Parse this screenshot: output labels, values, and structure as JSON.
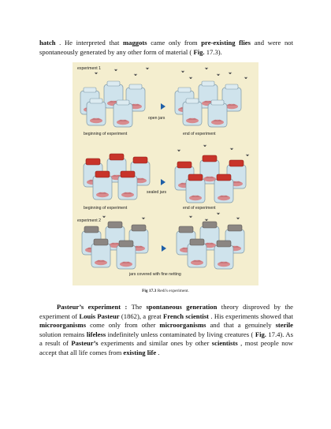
{
  "para1": {
    "t1": "hatch",
    "t2": " . He interpreted that  ",
    "t3": "maggots",
    "t4": "  came only from  ",
    "t5": "pre-existing flies",
    "t6": "  and were not spontaneously generated by any other form of material ( ",
    "t7": "Fig.",
    "t8": " 17.3)."
  },
  "figure": {
    "label_experiment1": "experiment 1",
    "label_open_jars": "open jars",
    "label_beginning1": "beginning of experiment",
    "label_end1": "end of experiment",
    "label_sealed_jars": "sealed jars",
    "label_beginning2": "beginning of experiment",
    "label_end2": "end of experiment",
    "label_experiment2": "experiment 2",
    "label_netting": "jars covered with fine netting"
  },
  "caption": {
    "number": "Fig 17.3",
    "text": " Redi's experiment."
  },
  "para2": {
    "t1": "Pasteur’s experiment :",
    "t2": "  The  ",
    "t3": "spontaneous generation",
    "t4": "  theory disproved by the experiment of  ",
    "t5": "Louis Pasteur",
    "t6": "  (1862), a great  ",
    "t7": "French scientist",
    "t8": " . His experiments showed that  ",
    "t9": "microorganisms",
    "t10": "  come only from other  ",
    "t11": "microorganisms",
    "t12": "  and that a genuinely  ",
    "t13": "sterile",
    "t14": " solution remains  ",
    "t15": "lifeless",
    "t16": "  indefinitely unless contaminated by living creatures ( ",
    "t17": "Fig.",
    "t18": " 17.4). As a result of  ",
    "t19": "Pasteur’s",
    "t20": "  experiments and similar ones by other  ",
    "t21": "scientists",
    "t22": " , most people now accept that all life comes from ",
    "t23": "existing life",
    "t24": " ."
  },
  "colors": {
    "figure_bg": "#f4eecf",
    "jar_glass": "#cfe3ec",
    "lid_red": "#c8342a",
    "net_gray": "#8b8682",
    "meat_pink": "#d98b8e",
    "arrow_blue": "#1e5fa8"
  }
}
